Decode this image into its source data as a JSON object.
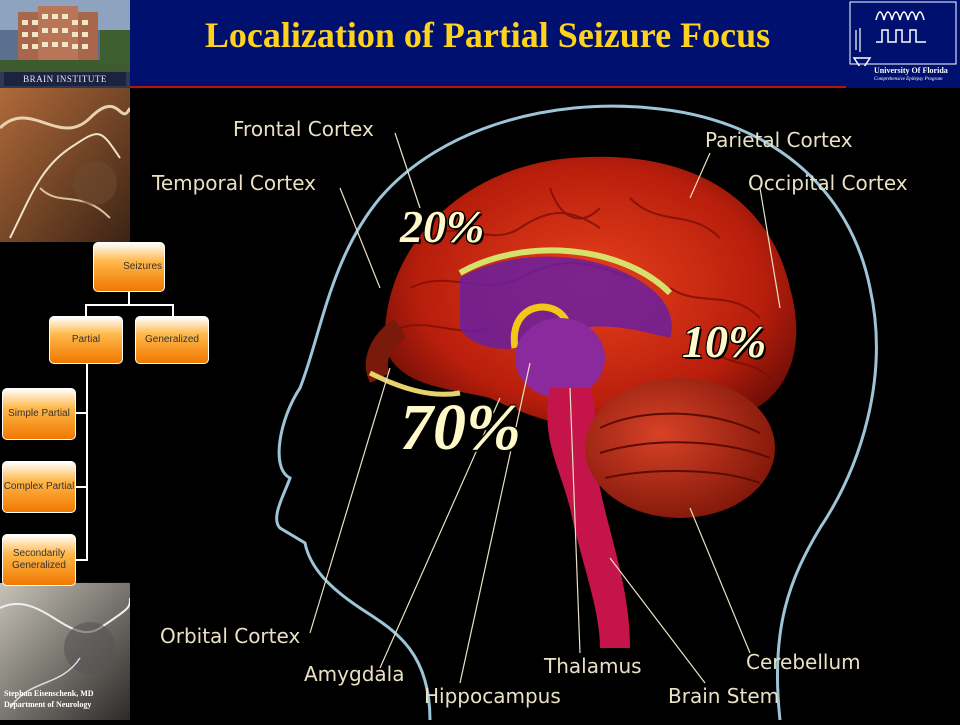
{
  "header": {
    "title": "Localization of Partial Seizure Focus",
    "left_logo_caption": "BRAIN INSTITUTE",
    "right_logo_title": "University Of Florida",
    "right_logo_subtitle": "Comprehensive Epilepsy Program"
  },
  "brain_labels": {
    "frontal_cortex": "Frontal Cortex",
    "parietal_cortex": "Parietal Cortex",
    "temporal_cortex": "Temporal Cortex",
    "occipital_cortex": "Occipital Cortex",
    "orbital_cortex": "Orbital Cortex",
    "amygdala": "Amygdala",
    "thalamus": "Thalamus",
    "cerebellum": "Cerebellum",
    "hippocampus": "Hippocampus",
    "brain_stem": "Brain Stem"
  },
  "percentages": {
    "frontal": "20%",
    "parietal_occipital": "10%",
    "temporal": "70%"
  },
  "seizure_chart": {
    "root": "Seizures",
    "partial": "Partial",
    "generalized": "Generalized",
    "simple_partial": "Simple Partial",
    "complex_partial": "Complex Partial",
    "secondarily_generalized": "Secondarily Generalized"
  },
  "credit": {
    "author": "Stephan Eisenschenk, MD",
    "department": "Department of Neurology"
  },
  "colors": {
    "header_bg": "#00106e",
    "title_color": "#ffd21e",
    "brain_red": "#c8200e",
    "box_orange": "#f07800"
  }
}
